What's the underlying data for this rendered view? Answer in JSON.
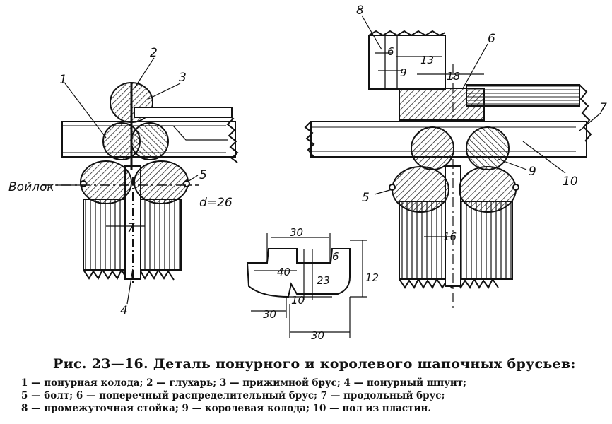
{
  "labels": {
    "l1": "1",
    "l2": "2",
    "l3": "3",
    "l4": "4",
    "l5a": "5",
    "l5b": "5",
    "l6": "6",
    "l7a": "7",
    "l7b": "7",
    "l8": "8",
    "l9": "9",
    "l10": "10",
    "felt": "Войлок",
    "d26": "d=26"
  },
  "dims": {
    "d6": "6",
    "d13": "13",
    "d9": "9",
    "d18": "18",
    "d16": "16",
    "d30a": "30",
    "d40": "40",
    "d23": "23",
    "d6b": "6",
    "d12": "12",
    "d10": "10",
    "d30b": "30",
    "d30c": "30"
  },
  "caption": {
    "title": "Рис. 23—16. Деталь понурного и королевого шапочных брусьев:",
    "line1": "1 — понурная колода; 2 — глухарь; 3 — прижимной брус; 4 — понурный шпунт;",
    "line2": "5 — болт; 6 — поперечный распределительный брус; 7 — продольный брус;",
    "line3": "8 — промежуточная стойка; 9 — королевая колода; 10 — пол из пластин."
  }
}
